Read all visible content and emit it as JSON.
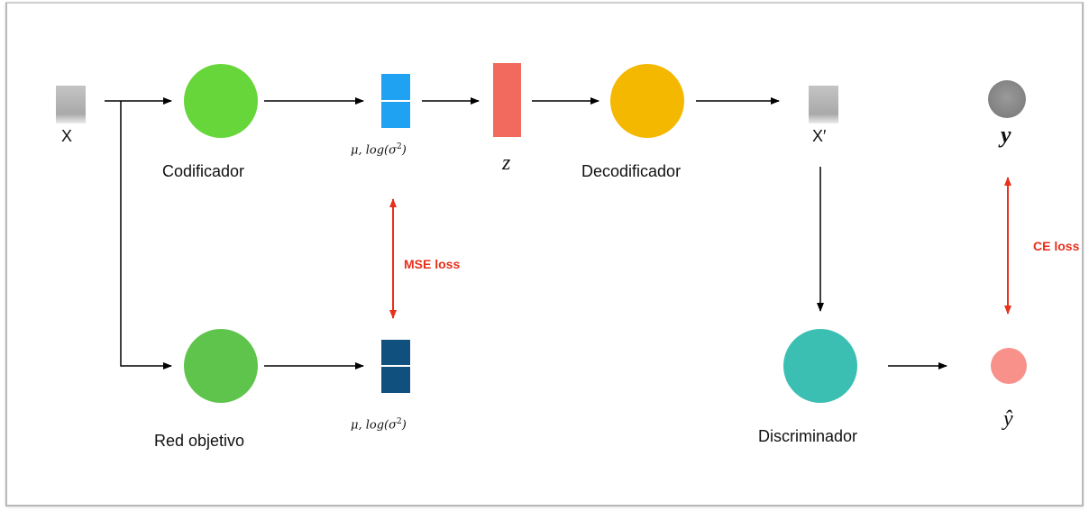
{
  "nodes": {
    "input_label": "X",
    "encoder_label": "Codificador",
    "latent_params_label_1": [
      "μ, ",
      "log",
      "(σ",
      "2",
      ")"
    ],
    "z_label": "z",
    "decoder_label": "Decodificador",
    "reconstruction_label": "X′",
    "target_label": "y",
    "target_net_label": "Red objetivo",
    "latent_params_label_2": [
      "μ, ",
      "log",
      "(σ",
      "2",
      ")"
    ],
    "discriminator_label": "Discriminador",
    "prediction_label": "ŷ"
  },
  "losses": {
    "mse": "MSE loss",
    "ce": "CE loss"
  },
  "colors": {
    "encoder": "#66d63a",
    "target_net": "#5ec44c",
    "latent_top": "#1fa2f2",
    "latent_bottom": "#10507e",
    "z": "#f26a5e",
    "decoder": "#f5b800",
    "discriminator": "#3bbfb3",
    "target_y": "#8e8e8e",
    "prediction": "#f7918a",
    "loss": "#e8301b",
    "arrow": "#000000",
    "image_patch": "#b5b5b5"
  }
}
